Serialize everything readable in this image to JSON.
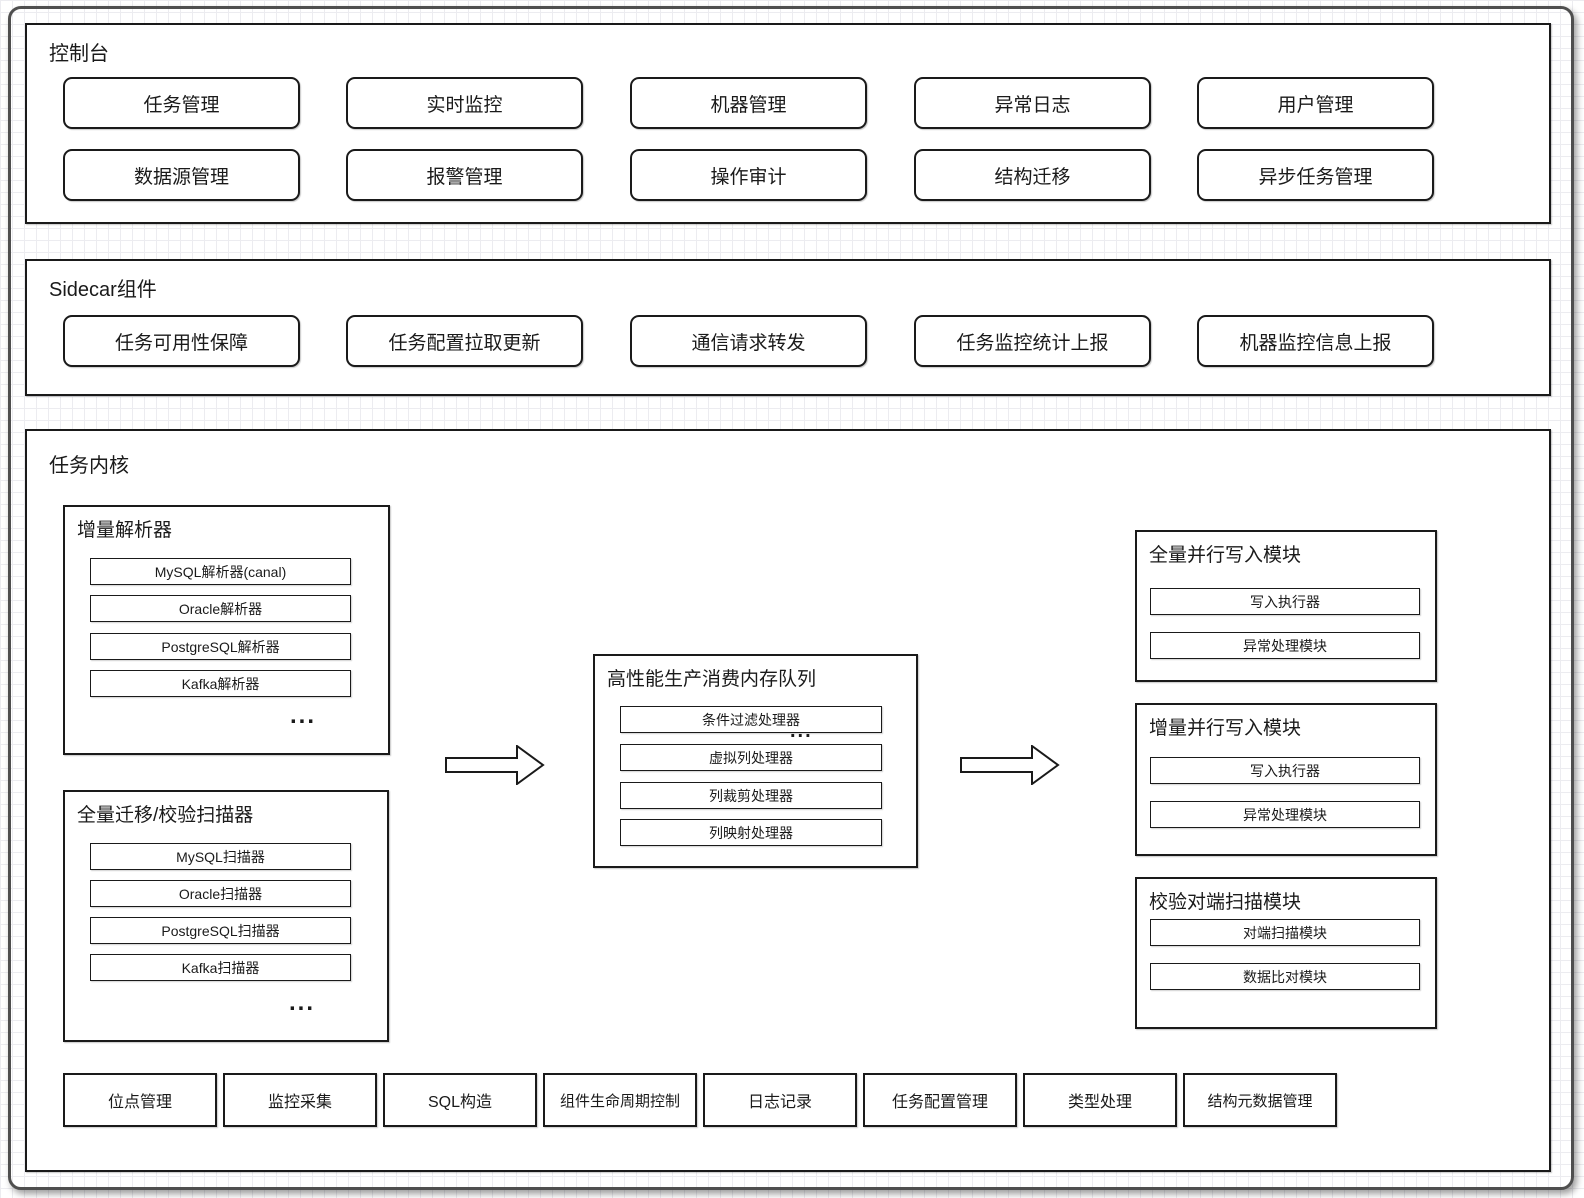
{
  "console": {
    "title": "控制台",
    "buttons": [
      "任务管理",
      "实时监控",
      "机器管理",
      "异常日志",
      "用户管理",
      "数据源管理",
      "报警管理",
      "操作审计",
      "结构迁移",
      "异步任务管理"
    ]
  },
  "sidecar": {
    "title": "Sidecar组件",
    "buttons": [
      "任务可用性保障",
      "任务配置拉取更新",
      "通信请求转发",
      "任务监控统计上报",
      "机器监控信息上报"
    ]
  },
  "kernel": {
    "title": "任务内核",
    "parser": {
      "title": "增量解析器",
      "items": [
        "MySQL解析器(canal)",
        "Oracle解析器",
        "PostgreSQL解析器",
        "Kafka解析器"
      ],
      "more": "..."
    },
    "scanner": {
      "title": "全量迁移/校验扫描器",
      "items": [
        "MySQL扫描器",
        "Oracle扫描器",
        "PostgreSQL扫描器",
        "Kafka扫描器"
      ],
      "more": "..."
    },
    "queue": {
      "title": "高性能生产消费内存队列",
      "items": [
        "条件过滤处理器",
        "虚拟列处理器",
        "列裁剪处理器",
        "列映射处理器"
      ],
      "more": "..."
    },
    "writer_full": {
      "title": "全量并行写入模块",
      "items": [
        "写入执行器",
        "异常处理模块"
      ]
    },
    "writer_incr": {
      "title": "增量并行写入模块",
      "items": [
        "写入执行器",
        "异常处理模块"
      ]
    },
    "checker": {
      "title": "校验对端扫描模块",
      "items": [
        "对端扫描模块",
        "数据比对模块"
      ]
    },
    "services": [
      "位点管理",
      "监控采集",
      "SQL构造",
      "组件生命周期控制",
      "日志记录",
      "任务配置管理",
      "类型处理",
      "结构元数据管理"
    ]
  },
  "colors": {
    "line": "#1a1a1a",
    "frame": "#4f4f4f",
    "canvas": "#ffffff"
  }
}
